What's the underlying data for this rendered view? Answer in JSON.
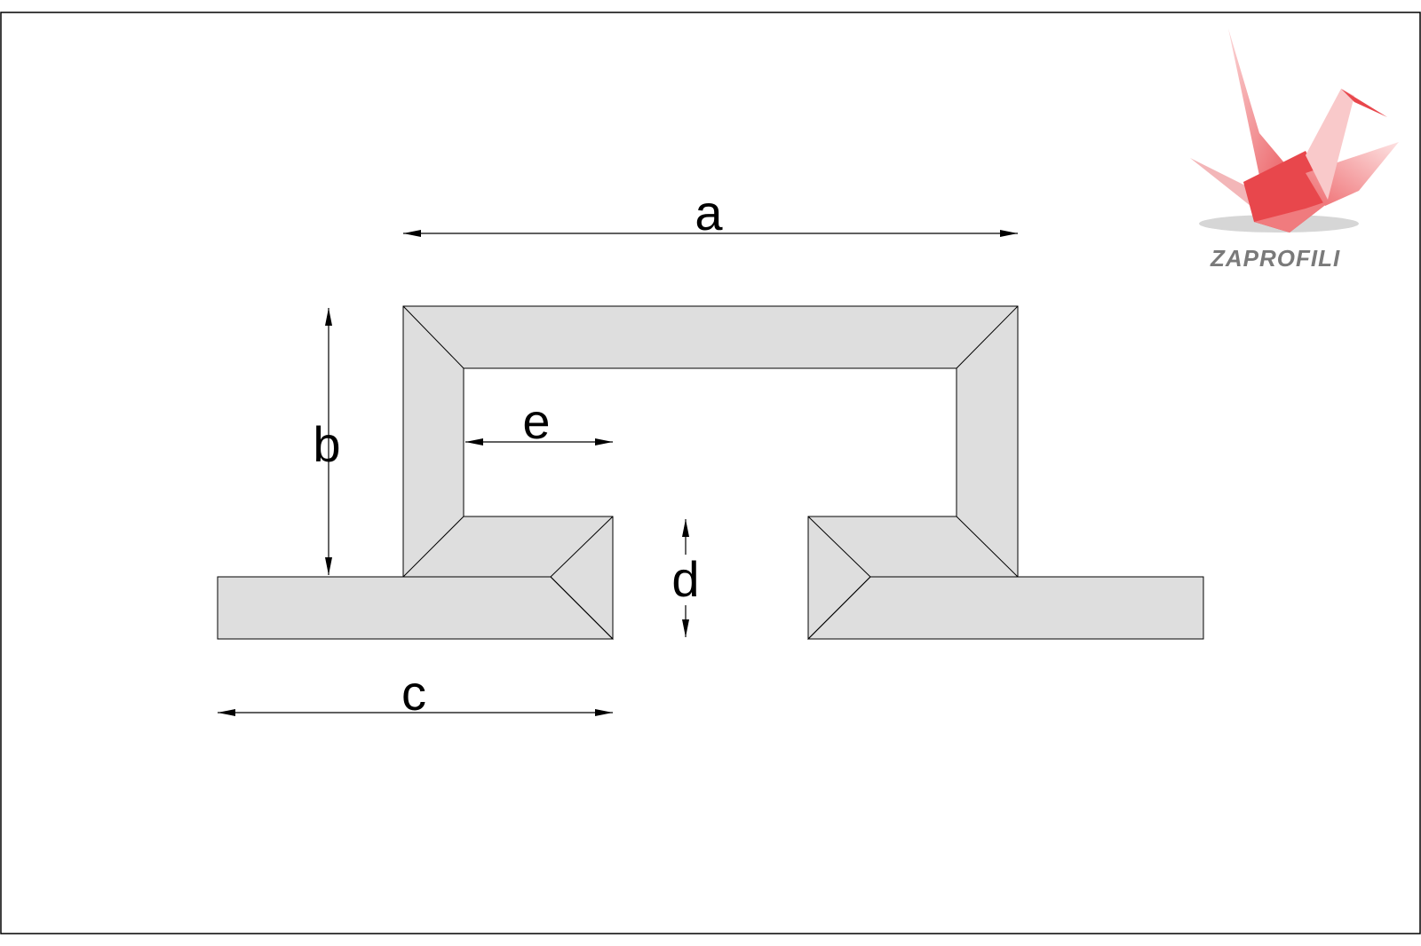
{
  "labels": {
    "a": "a",
    "b": "b",
    "c": "c",
    "d": "d",
    "e": "e"
  },
  "logo": {
    "name": "crane-logo",
    "text": "ZAPROFILI"
  },
  "colors": {
    "profile_fill": "#dedede",
    "line": "#000000",
    "logo_red": "#e8474c",
    "logo_pink": "#f4a3a5",
    "logo_gray": "#7a7a7a"
  }
}
